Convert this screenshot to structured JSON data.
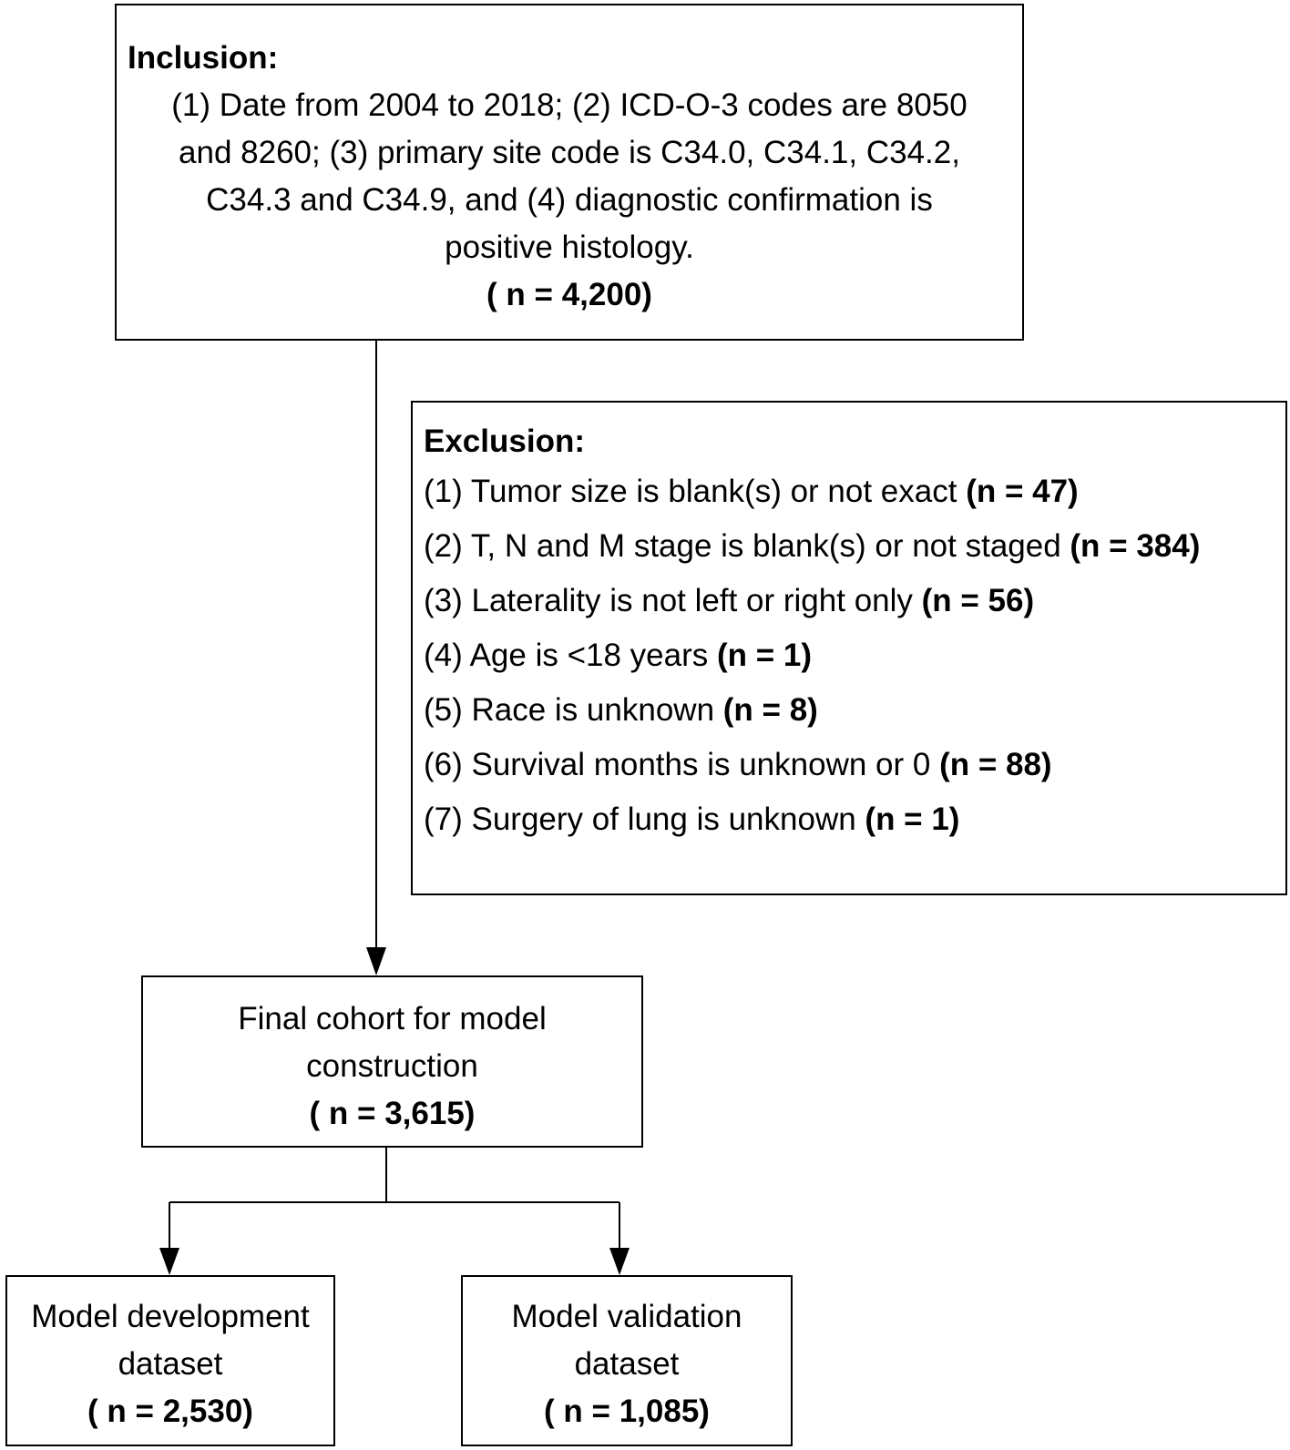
{
  "inclusion": {
    "heading": "Inclusion:",
    "lines": [
      "(1) Date from 2004 to 2018; (2) ICD-O-3 codes are 8050",
      "and 8260; (3) primary site code is C34.0, C34.1, C34.2,",
      "C34.3 and C34.9, and (4) diagnostic confirmation is",
      "positive histology."
    ],
    "count": "( n = 4,200)"
  },
  "exclusion": {
    "heading": "Exclusion:",
    "items": [
      {
        "text": "(1) Tumor size is blank(s) or not exact ",
        "count": "(n = 47)"
      },
      {
        "text": "(2) T, N and M stage is blank(s) or not staged ",
        "count": "(n = 384)"
      },
      {
        "text": "(3) Laterality is not left or right only ",
        "count": "(n = 56)"
      },
      {
        "text": "(4) Age is <18 years ",
        "count": "(n = 1)"
      },
      {
        "text": "(5) Race is unknown ",
        "count": "(n = 8)"
      },
      {
        "text": "(6) Survival months is unknown or 0 ",
        "count": "(n = 88)"
      },
      {
        "text": "(7) Surgery of lung is unknown ",
        "count": "(n = 1)"
      }
    ]
  },
  "final_cohort": {
    "lines": [
      "Final cohort for model",
      "construction"
    ],
    "count": "( n = 3,615)"
  },
  "development": {
    "lines": [
      "Model development",
      "dataset"
    ],
    "count": "( n = 2,530)"
  },
  "validation": {
    "lines": [
      "Model validation",
      "dataset"
    ],
    "count": "( n = 1,085)"
  },
  "colors": {
    "line": "#000000",
    "background": "#ffffff"
  }
}
